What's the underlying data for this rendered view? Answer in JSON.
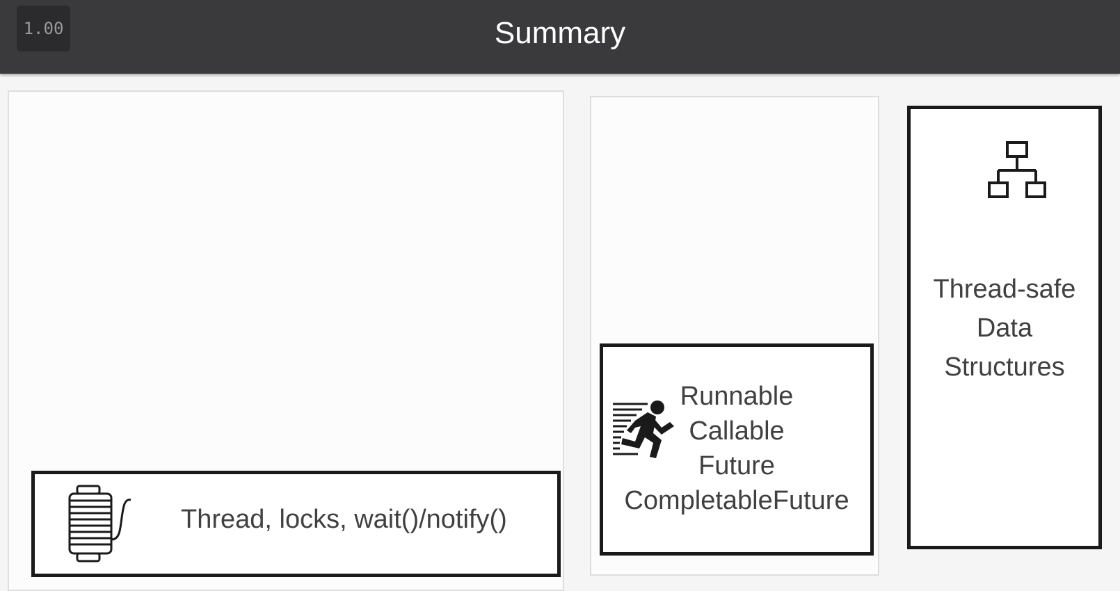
{
  "header": {
    "speed": "1.00",
    "title": "Summary"
  },
  "cards": {
    "threads": {
      "label": "Thread, locks, wait()/notify()",
      "icon": "thread-spool-icon"
    },
    "tasks": {
      "lines": [
        "Runnable",
        "Callable",
        "Future",
        "CompletableFuture"
      ],
      "icon": "running-person-icon"
    },
    "structures": {
      "lines": [
        "Thread-safe",
        "Data",
        "Structures"
      ],
      "icon": "hierarchy-icon"
    }
  }
}
